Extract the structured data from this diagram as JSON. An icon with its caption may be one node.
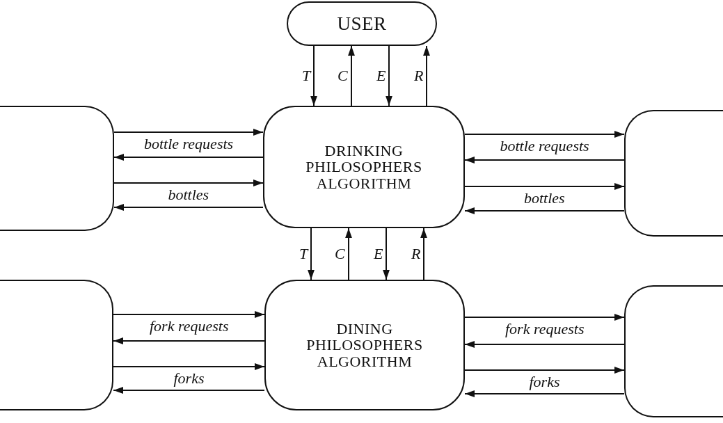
{
  "diagram": {
    "nodes": [
      {
        "text": [
          "USER"
        ]
      },
      {
        "text": [
          "DRINKING PHILOSOPHERS ALGORITHM"
        ]
      },
      {
        "text": [
          "DINING PHILOSOPHERS ALGORITHM"
        ]
      },
      {
        "text": [],
        "shape": "box"
      },
      {
        "text": [],
        "shape": "box"
      },
      {
        "text": [],
        "shape": "box"
      },
      {
        "text": [],
        "shape": "box"
      }
    ],
    "edges": [
      {
        "from": 0,
        "to": 1,
        "arrow": "to",
        "label": "T"
      },
      {
        "from": 1,
        "to": 0,
        "arrow": "to",
        "label": "C"
      },
      {
        "from": 0,
        "to": 1,
        "arrow": "to",
        "label": "E"
      },
      {
        "from": 1,
        "to": 0,
        "arrow": "to",
        "label": "R"
      },
      {
        "from": 3,
        "to": 1,
        "arrow": "to",
        "label": "bottle requests"
      },
      {
        "from": 1,
        "to": 3,
        "arrow": "to"
      },
      {
        "from": 3,
        "to": 1,
        "arrow": "to",
        "label": "bottles"
      },
      {
        "from": 1,
        "to": 3,
        "arrow": "to"
      },
      {
        "from": 1,
        "to": 4,
        "arrow": "to",
        "label": "bottle requests"
      },
      {
        "from": 4,
        "to": 1,
        "arrow": "to"
      },
      {
        "from": 1,
        "to": 4,
        "arrow": "to",
        "label": "bottles"
      },
      {
        "from": 4,
        "to": 1,
        "arrow": "to"
      },
      {
        "from": 1,
        "to": 2,
        "arrow": "to",
        "label": "T"
      },
      {
        "from": 2,
        "to": 1,
        "arrow": "to",
        "label": "C"
      },
      {
        "from": 1,
        "to": 2,
        "arrow": "to",
        "label": "E"
      },
      {
        "from": 2,
        "to": 1,
        "arrow": "to",
        "label": "R"
      },
      {
        "from": 5,
        "to": 2,
        "arrow": "to",
        "label": "fork requests"
      },
      {
        "from": 2,
        "to": 5,
        "arrow": "to"
      },
      {
        "from": 5,
        "to": 2,
        "arrow": "to",
        "label": "forks"
      },
      {
        "from": 2,
        "to": 5,
        "arrow": "to"
      },
      {
        "from": 2,
        "to": 6,
        "arrow": "to",
        "label": "fork requests"
      },
      {
        "from": 6,
        "to": 2,
        "arrow": "to"
      },
      {
        "from": 2,
        "to": 6,
        "arrow": "to",
        "label": "forks"
      },
      {
        "from": 6,
        "to": 2,
        "arrow": "to"
      }
    ]
  }
}
